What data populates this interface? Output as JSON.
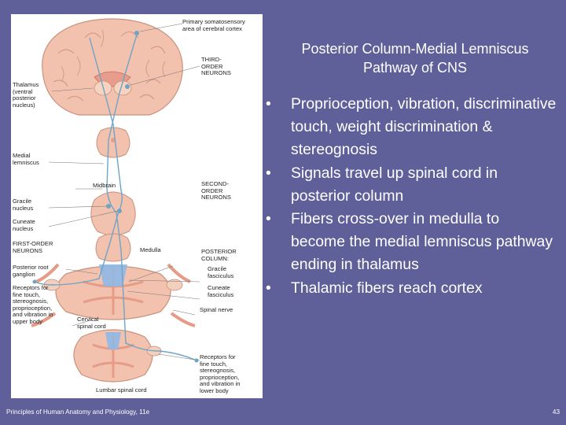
{
  "slide": {
    "title": "Posterior Column-Medial Lemniscus Pathway of CNS",
    "bullets": [
      "Proprioception, vibration, discriminative touch, weight discrimination & stereognosis",
      "Signals travel up spinal cord in posterior column",
      "Fibers cross-over in medulla to become the medial lemniscus pathway ending in thalamus",
      "Thalamic fibers reach cortex"
    ],
    "bullet_glyph": "•",
    "footer_left": "Principles of Human Anatomy and Physiology, 11e",
    "page_number": "43"
  },
  "figure": {
    "labels": {
      "primary_cortex": "Primary somatosensory\narea of cerebral cortex",
      "third_order": "THIRD-\nORDER\nNEURONS",
      "thalamus": "Thalamus\n(ventral\nposterior\nnucleus)",
      "medial_lemniscus": "Medial\nlemniscus",
      "midbrain": "Midbrain",
      "second_order": "SECOND-\nORDER\nNEURONS",
      "gracile_nucleus": "Gracile\nnucleus",
      "cuneate_nucleus": "Cuneate\nnucleus",
      "first_order": "FIRST-ORDER\nNEURONS",
      "medulla": "Medulla",
      "posterior_column": "POSTERIOR\nCOLUMN:",
      "posterior_root_ganglion": "Posterior root\nganglion",
      "gracile_fasciculus": "Gracile\nfasciculus",
      "cuneate_fasciculus": "Cuneate\nfasciculus",
      "receptors_upper": "Receptors for\nfine touch,\nstereognosis,\nproprioception,\nand vibration in\nupper body",
      "spinal_nerve": "Spinal nerve",
      "cervical_cord": "Cervical\nspinal cord",
      "receptors_lower": "Receptors for\nfine touch, stereognosis,\nproprioception,\nand vibration in\nlower body",
      "lumbar_cord": "Lumbar spinal cord"
    }
  },
  "colors": {
    "background": "#5f5f99",
    "tissue": "#f2c2ae",
    "tissue_dark": "#e59b86",
    "pathway": "#6fa4c6",
    "tract": "#8fb8e6"
  }
}
